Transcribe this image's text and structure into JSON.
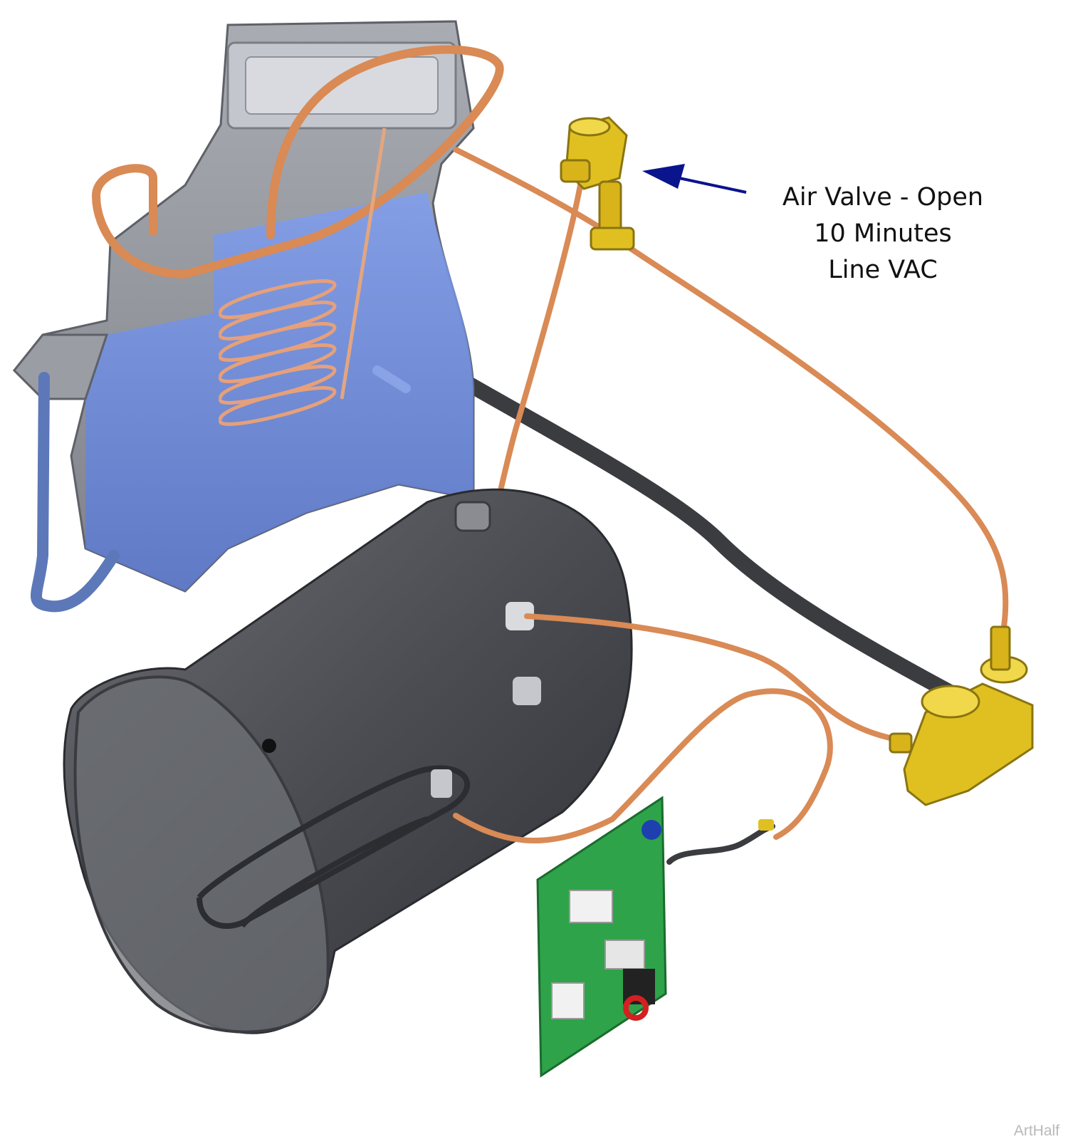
{
  "callout": {
    "lines": [
      "Air Valve - Open",
      "10 Minutes",
      "Line VAC"
    ],
    "arrow_color": "#0a148c"
  },
  "watermark": "ArtHalf",
  "colors": {
    "reservoir_gray": "#8c8f96",
    "water_blue": "#6f8fe0",
    "copper": "#d98a55",
    "chamber_dark": "#4a4c52",
    "brass": "#e0c020",
    "pcb_green": "#2ea34a",
    "hose_dark": "#3a3c40"
  },
  "icons": {
    "reservoir": "reservoir-icon",
    "air_valve": "solenoid-valve-icon",
    "chamber": "pressure-chamber-icon",
    "manifold": "valve-manifold-icon",
    "board": "control-board-icon"
  }
}
